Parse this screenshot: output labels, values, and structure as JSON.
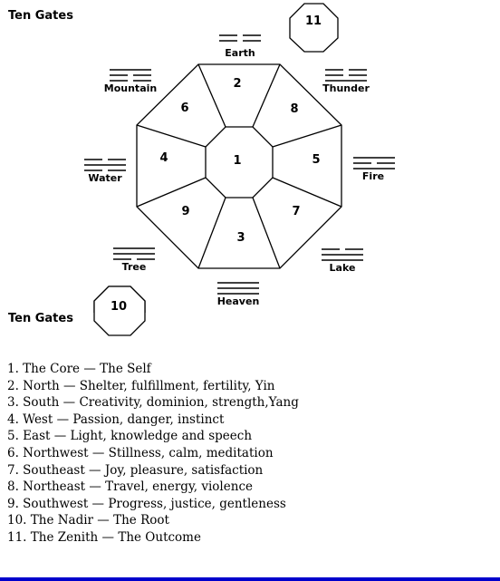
{
  "title": "Ten Gates",
  "subtitle": "Ten Gates",
  "octagon_sections": [
    {
      "position": "center",
      "number": "1"
    },
    {
      "position": "north",
      "number": "2"
    },
    {
      "position": "south",
      "number": "3"
    },
    {
      "position": "west",
      "number": "4"
    },
    {
      "position": "east",
      "number": "5"
    },
    {
      "position": "northwest",
      "number": "6"
    },
    {
      "position": "southeast",
      "number": "7"
    },
    {
      "position": "northeast",
      "number": "8"
    },
    {
      "position": "southwest",
      "number": "9"
    }
  ],
  "outer_gates": [
    {
      "name": "zenith",
      "number": "11"
    },
    {
      "name": "nadir",
      "number": "10"
    }
  ],
  "trigrams": [
    {
      "position": "north",
      "label": "Earth"
    },
    {
      "position": "northeast",
      "label": "Thunder"
    },
    {
      "position": "east",
      "label": "Fire"
    },
    {
      "position": "southeast",
      "label": "Lake"
    },
    {
      "position": "south",
      "label": "Heaven"
    },
    {
      "position": "southwest",
      "label": "Tree"
    },
    {
      "position": "west",
      "label": "Water"
    },
    {
      "position": "northwest",
      "label": "Mountain"
    }
  ],
  "list": [
    "1. The Core — The Self",
    "2. North — Shelter, fulfillment, fertility, Yin",
    "3. South — Creativity, dominion, strength,Yang",
    "4. West — Passion, danger, instinct",
    "5. East — Light, knowledge and speech",
    "6. Northwest — Stillness, calm, meditation",
    "7. Southeast — Joy, pleasure, satisfaction",
    "8. Northeast — Travel, energy, violence",
    "9. Southwest — Progress, justice, gentleness",
    "10. The Nadir — The Root",
    "11. The Zenith — The Outcome"
  ],
  "colors": {
    "line": "#000000",
    "background": "#ffffff",
    "bottom_bar": "#0000cc"
  }
}
